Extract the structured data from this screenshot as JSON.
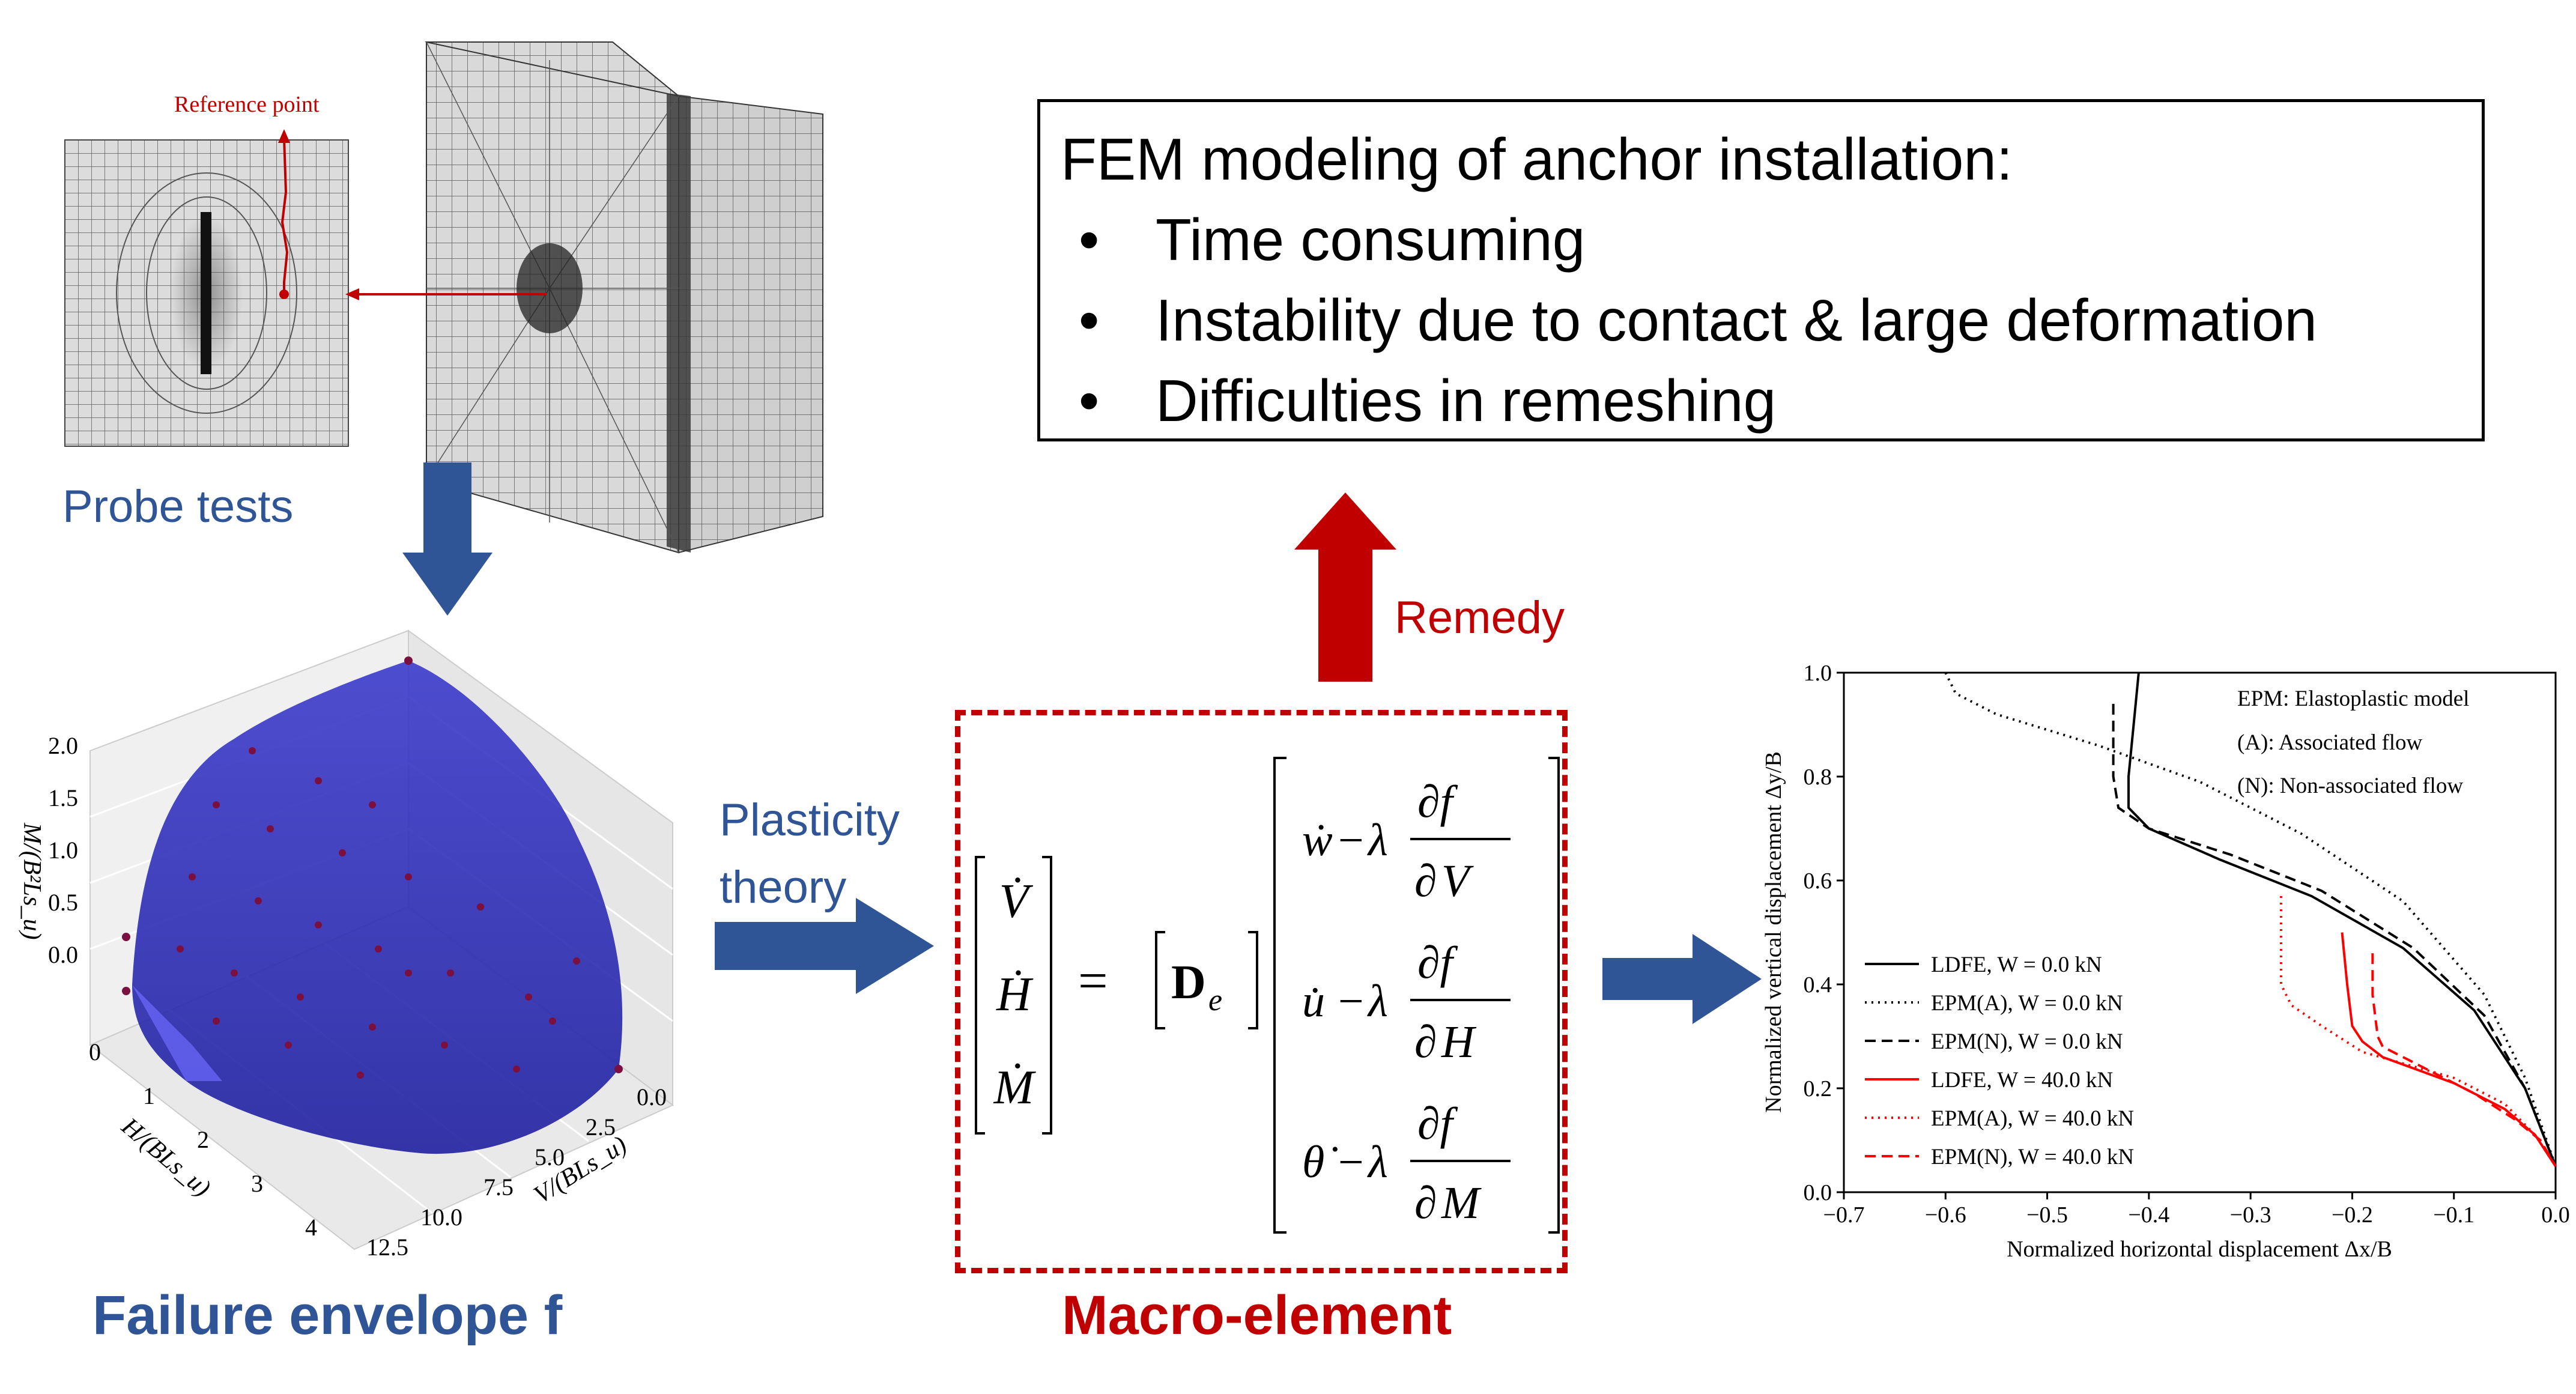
{
  "fem_box": {
    "title": "FEM modeling of anchor installation:",
    "bullets": [
      "Time consuming",
      "Instability due to contact & large deformation",
      "Difficulties in remeshing"
    ]
  },
  "labels": {
    "reference_point": "Reference point",
    "probe_tests": "Probe tests",
    "failure_envelope": "Failure envelope f",
    "plasticity_line1": "Plasticity",
    "plasticity_line2": "theory",
    "remedy": "Remedy",
    "macro_element": "Macro-element"
  },
  "envelope_plot": {
    "z_ticks": [
      "2.0",
      "1.5",
      "1.0",
      "0.5",
      "0.0"
    ],
    "z_label": "M/(B²Ls_u)",
    "h_ticks": [
      "0",
      "1",
      "2",
      "3",
      "4"
    ],
    "h_label": "H/(BLs_u)",
    "v_ticks": [
      "0.0",
      "2.5",
      "5.0",
      "7.5",
      "10.0",
      "12.5"
    ],
    "v_label": "V/(BLs_u)"
  },
  "equation": {
    "lhs": [
      "V̇",
      "Ḣ",
      "Ṁ"
    ],
    "matrix": "D",
    "matrix_sub": "e",
    "rhs": [
      {
        "rate": "ẇ",
        "deriv": "V"
      },
      {
        "rate": "u̇",
        "deriv": "H"
      },
      {
        "rate": "θ̇",
        "deriv": "M"
      }
    ],
    "lambda": "λ",
    "df": "∂f"
  },
  "chart_data": {
    "type": "line",
    "xlabel": "Normalized horizontal displacement Δx/B",
    "ylabel": "Normalized vertical displacement Δy/B",
    "xlim": [
      -0.7,
      0.0
    ],
    "ylim": [
      0.0,
      1.0
    ],
    "x_ticks": [
      "−0.7",
      "−0.6",
      "−0.5",
      "−0.4",
      "−0.3",
      "−0.2",
      "−0.1",
      "0.0"
    ],
    "y_ticks": [
      "0.0",
      "0.2",
      "0.4",
      "0.6",
      "0.8",
      "1.0"
    ],
    "notes": [
      "EPM: Elastoplastic model",
      "(A): Associated flow",
      "(N): Non-associated flow"
    ],
    "legend_position": "lower-left",
    "series": [
      {
        "name": "LDFE, W = 0.0 kN",
        "color": "#000000",
        "dash": "solid",
        "points": [
          [
            -0.41,
            1.0
          ],
          [
            -0.415,
            0.9
          ],
          [
            -0.42,
            0.8
          ],
          [
            -0.42,
            0.74
          ],
          [
            -0.4,
            0.7
          ],
          [
            -0.33,
            0.64
          ],
          [
            -0.24,
            0.57
          ],
          [
            -0.15,
            0.47
          ],
          [
            -0.08,
            0.35
          ],
          [
            -0.03,
            0.2
          ],
          [
            -0.01,
            0.1
          ],
          [
            0.0,
            0.05
          ]
        ]
      },
      {
        "name": "EPM(A), W = 0.0 kN",
        "color": "#000000",
        "dash": "dotted",
        "points": [
          [
            -0.6,
            1.0
          ],
          [
            -0.59,
            0.96
          ],
          [
            -0.55,
            0.92
          ],
          [
            -0.45,
            0.86
          ],
          [
            -0.35,
            0.79
          ],
          [
            -0.25,
            0.69
          ],
          [
            -0.15,
            0.56
          ],
          [
            -0.07,
            0.38
          ],
          [
            -0.03,
            0.22
          ],
          [
            0.0,
            0.05
          ]
        ]
      },
      {
        "name": "EPM(N), W = 0.0 kN",
        "color": "#000000",
        "dash": "dashed",
        "points": [
          [
            -0.435,
            0.94
          ],
          [
            -0.435,
            0.8
          ],
          [
            -0.43,
            0.74
          ],
          [
            -0.4,
            0.7
          ],
          [
            -0.32,
            0.65
          ],
          [
            -0.23,
            0.58
          ],
          [
            -0.14,
            0.47
          ],
          [
            -0.07,
            0.34
          ],
          [
            -0.03,
            0.2
          ],
          [
            0.0,
            0.05
          ]
        ]
      },
      {
        "name": "LDFE, W = 40.0 kN",
        "color": "#FF0000",
        "dash": "solid",
        "points": [
          [
            -0.21,
            0.5
          ],
          [
            -0.205,
            0.4
          ],
          [
            -0.2,
            0.32
          ],
          [
            -0.19,
            0.29
          ],
          [
            -0.17,
            0.26
          ],
          [
            -0.1,
            0.21
          ],
          [
            -0.05,
            0.16
          ],
          [
            -0.02,
            0.11
          ],
          [
            0.0,
            0.05
          ]
        ]
      },
      {
        "name": "EPM(A), W = 40.0 kN",
        "color": "#FF0000",
        "dash": "dotted",
        "points": [
          [
            -0.27,
            0.57
          ],
          [
            -0.27,
            0.4
          ],
          [
            -0.26,
            0.36
          ],
          [
            -0.23,
            0.32
          ],
          [
            -0.19,
            0.27
          ],
          [
            -0.1,
            0.22
          ],
          [
            -0.05,
            0.17
          ],
          [
            -0.02,
            0.11
          ],
          [
            0.0,
            0.05
          ]
        ]
      },
      {
        "name": "EPM(N), W = 40.0 kN",
        "color": "#FF0000",
        "dash": "dashed",
        "points": [
          [
            -0.18,
            0.46
          ],
          [
            -0.18,
            0.38
          ],
          [
            -0.175,
            0.3
          ],
          [
            -0.17,
            0.28
          ],
          [
            -0.13,
            0.24
          ],
          [
            -0.08,
            0.19
          ],
          [
            -0.04,
            0.14
          ],
          [
            -0.015,
            0.1
          ],
          [
            0.0,
            0.05
          ]
        ]
      }
    ]
  }
}
